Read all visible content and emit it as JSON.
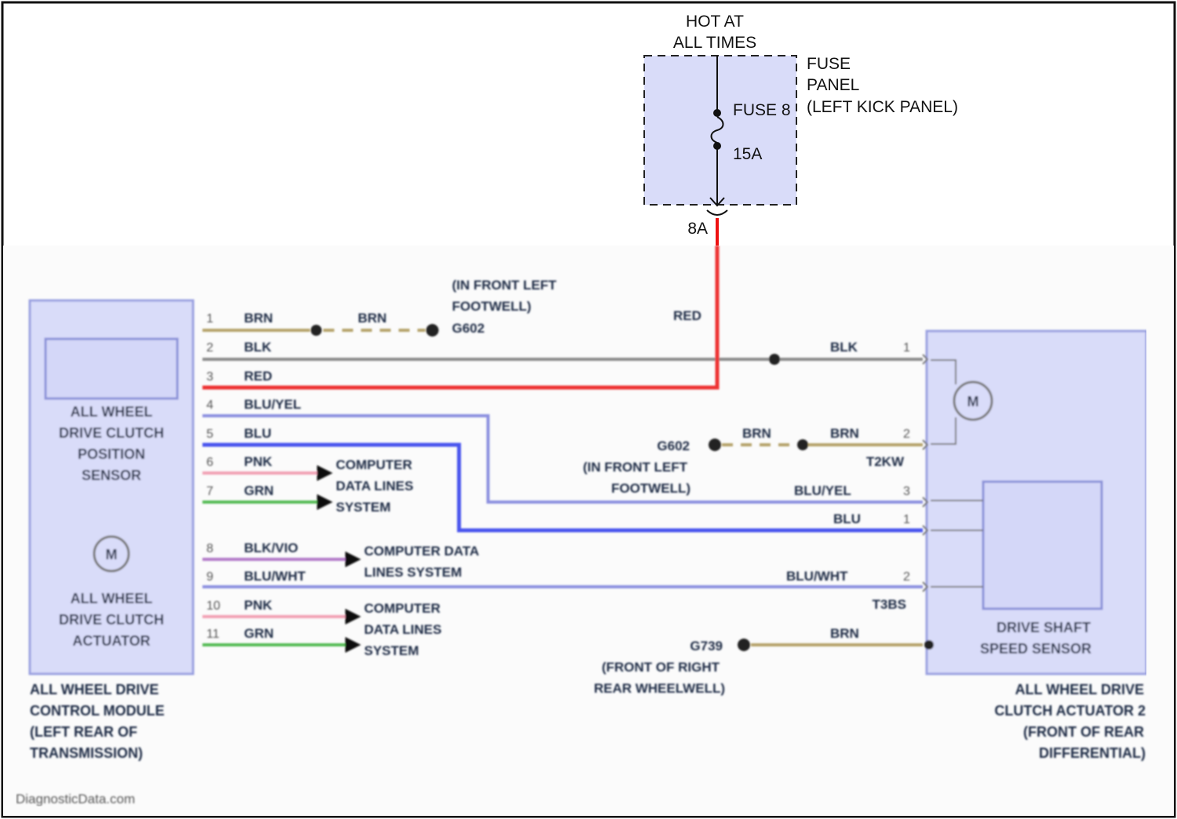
{
  "power": {
    "hot_line1": "HOT AT",
    "hot_line2": "ALL TIMES",
    "fuse_panel_line1": "FUSE",
    "fuse_panel_line2": "PANEL",
    "fuse_panel_line3": "(LEFT KICK PANEL)",
    "fuse_name": "FUSE 8",
    "fuse_rating": "15A",
    "connector": "8A",
    "wire_color": "RED"
  },
  "left_module": {
    "sensor_l1": "ALL WHEEL",
    "sensor_l2": "DRIVE CLUTCH",
    "sensor_l3": "POSITION",
    "sensor_l4": "SENSOR",
    "motor_symbol": "M",
    "actuator_l1": "ALL WHEEL",
    "actuator_l2": "DRIVE CLUTCH",
    "actuator_l3": "ACTUATOR",
    "caption_l1": "ALL WHEEL DRIVE",
    "caption_l2": "CONTROL MODULE",
    "caption_l3": "(LEFT REAR OF",
    "caption_l4": "TRANSMISSION)"
  },
  "pins": [
    {
      "num": "1",
      "wire": "BRN"
    },
    {
      "num": "2",
      "wire": "BLK"
    },
    {
      "num": "3",
      "wire": "RED"
    },
    {
      "num": "4",
      "wire": "BLU/YEL"
    },
    {
      "num": "5",
      "wire": "BLU"
    },
    {
      "num": "6",
      "wire": "PNK"
    },
    {
      "num": "7",
      "wire": "GRN"
    },
    {
      "num": "8",
      "wire": "BLK/VIO"
    },
    {
      "num": "9",
      "wire": "BLU/WHT"
    },
    {
      "num": "10",
      "wire": "PNK"
    },
    {
      "num": "11",
      "wire": "GRN"
    }
  ],
  "ground_top": {
    "wire_after": "BRN",
    "line1": "(IN FRONT LEFT",
    "line2": "FOOTWELL)",
    "id": "G602"
  },
  "ground_mid": {
    "id": "G602",
    "line1": "(IN FRONT LEFT",
    "line2": "FOOTWELL)",
    "wire_a": "BRN",
    "wire_b": "BRN"
  },
  "ground_low": {
    "id": "G739",
    "line1": "(FRONT OF RIGHT",
    "line2": "REAR WHEELWELL)",
    "wire": "BRN"
  },
  "data_lines": {
    "a_l1": "COMPUTER",
    "a_l2": "DATA LINES",
    "a_l3": "SYSTEM",
    "b_l1": "COMPUTER DATA",
    "b_l2": "LINES SYSTEM",
    "c_l1": "COMPUTER",
    "c_l2": "DATA LINES",
    "c_l3": "SYSTEM"
  },
  "right_module": {
    "pins_a": [
      {
        "num": "1",
        "wire": "BLK"
      },
      {
        "num": "2",
        "wire": "BRN"
      }
    ],
    "connector_a": "T2KW",
    "motor_symbol": "M",
    "pins_b": [
      {
        "num": "3",
        "wire": "BLU/YEL"
      },
      {
        "num": "1",
        "wire": "BLU"
      },
      {
        "num": "2",
        "wire": "BLU/WHT"
      }
    ],
    "connector_b": "T3BS",
    "sensor_l1": "DRIVE SHAFT",
    "sensor_l2": "SPEED SENSOR",
    "caption_l1": "ALL WHEEL DRIVE",
    "caption_l2": "CLUTCH ACTUATOR 2",
    "caption_l3": "(FRONT OF REAR",
    "caption_l4": "DIFFERENTIAL)"
  },
  "watermark": "DiagnosticData.com",
  "colors": {
    "box_fill": "#d9dcf9",
    "red": "#ee3333",
    "blue": "#4a55ee",
    "brown": "#b5a36a",
    "black": "#8a8a8a",
    "pink": "#f2a0b4",
    "green": "#55bb55",
    "violet": "#b27ac8"
  }
}
